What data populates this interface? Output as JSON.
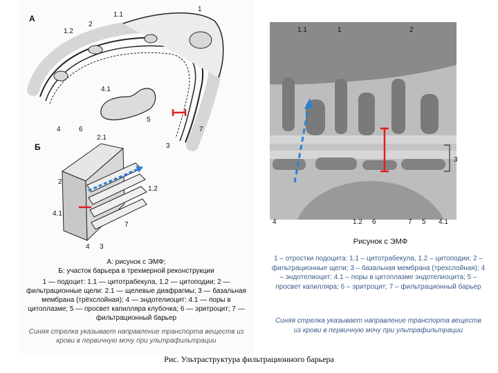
{
  "left_panel": {
    "label_a": "А",
    "label_b": "Б",
    "a_callouts": [
      "1",
      "1.1",
      "1.2",
      "2",
      "4.1",
      "4",
      "6",
      "5",
      "7",
      "3"
    ],
    "b_callouts": [
      "2.1",
      "2",
      "1.2",
      "4.1",
      "7",
      "4",
      "3"
    ],
    "caption_title_1": "А: рисунок с ЭМФ;",
    "caption_title_2": "Б: участок барьера в трехмерной реконструкции",
    "caption_body": "1 — подоцит: 1.1 — цитотрабекула, 1.2 — цитоподии; 2 — фильтрационные щели: 2.1 — щелевые диафрагмы; 3 — базальная мембрана (трёхслойная); 4 — эндотелиоцит: 4.1 — поры в цитоплазме; 5 — просвет капилляра клубочка; 6 — эритроцит; 7 — фильтрационный барьер",
    "caption_note": "Синяя стрелка указывает направление транспорта веществ из крови в первичную мочу при ультрафильтрации"
  },
  "right_panel": {
    "callouts_top": [
      "1.1",
      "1",
      "2"
    ],
    "callout_side": "3",
    "callouts_bottom": [
      "4",
      "1.2",
      "6",
      "7",
      "5",
      "4.1"
    ],
    "figure_title": "Рисунок с ЭМФ",
    "caption_body": "1 – отростки подоцита: 1.1 – цитотрабекула, 1.2 – цитоподии; 2 – фильтрационные щели; 3 – базальная мембрана (трехслойная); 4 – эндотелиоцит: 4.1 – поры в цитоплазме эндотелиоцита; 5 – просвет капилляра; 6 – эритроцит; 7 – фильтрационный барьер",
    "caption_note": "Синяя стрелка указывает направление транспорта веществ из крови в первичную мочу при ультрафильтрации"
  },
  "footer_caption": "Рис. Ультраструктура фильтрационного барьера",
  "colors": {
    "arrow_blue": "#2a7fd4",
    "barrier_red": "#e02020",
    "em_gray": "#8c8c8c"
  }
}
